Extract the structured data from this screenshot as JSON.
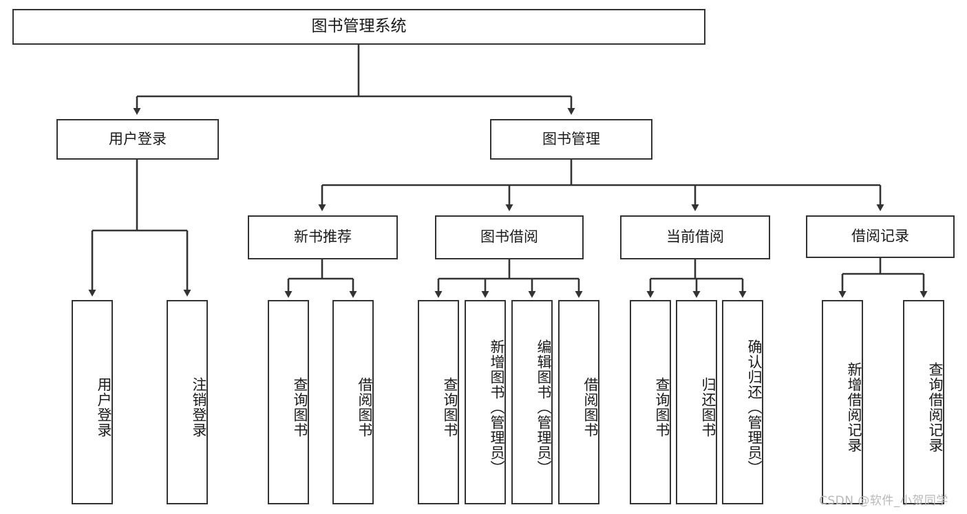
{
  "diagram": {
    "title": "图书管理系统",
    "type": "tree-hierarchy-diagram",
    "root": {
      "label": "图书管理系统"
    },
    "level1": [
      {
        "label": "用户登录"
      },
      {
        "label": "图书管理"
      }
    ],
    "level2": [
      {
        "label": "新书推荐"
      },
      {
        "label": "图书借阅"
      },
      {
        "label": "当前借阅"
      },
      {
        "label": "借阅记录"
      }
    ],
    "leaves": {
      "user_login": [
        {
          "label": "用户登录"
        },
        {
          "label": "注销登录"
        }
      ],
      "new_book_recommend": [
        {
          "label": "查询图书"
        },
        {
          "label": "借阅图书"
        }
      ],
      "book_borrow": [
        {
          "label": "查询图书"
        },
        {
          "label": "新增图书（管理员）"
        },
        {
          "label": "编辑图书（管理员）"
        },
        {
          "label": "借阅图书"
        }
      ],
      "current_borrow": [
        {
          "label": "查询图书"
        },
        {
          "label": "归还图书"
        },
        {
          "label": "确认归还（管理员）"
        }
      ],
      "borrow_record": [
        {
          "label": "新增借阅记录"
        },
        {
          "label": "查询借阅记录"
        }
      ]
    }
  },
  "watermark": {
    "text": "CSDN @软件_小贺同学"
  },
  "colors": {
    "stroke": "#333333",
    "box_fill": "#ffffff",
    "text": "#1a1a1a",
    "watermark": "#b8b8b8"
  }
}
